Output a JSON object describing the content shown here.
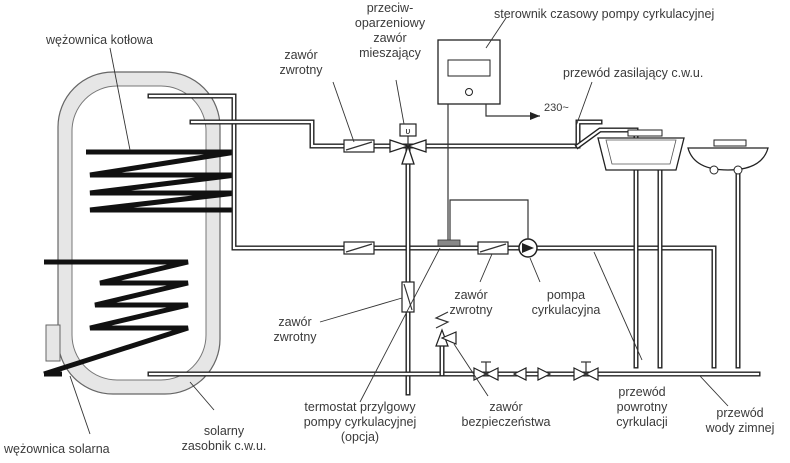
{
  "labels": {
    "boiler_coil": "wężownica kotłowa",
    "anti_scald_1": "przeciw-",
    "anti_scald_2": "oparzeniowy",
    "anti_scald_3": "zawór",
    "anti_scald_4": "mieszający",
    "check_valve_top_1": "zawór",
    "check_valve_top_2": "zwrotny",
    "timer": "sterownik czasowy pompy cyrkulacyjnej",
    "hot_supply": "przewód zasilający c.w.u.",
    "voltage": "230~",
    "check_valve_mid_1": "zawór",
    "check_valve_mid_2": "zwrotny",
    "pump_1": "pompa",
    "pump_2": "cyrkulacyjna",
    "check_valve_left_1": "zawór",
    "check_valve_left_2": "zwrotny",
    "thermostat_1": "termostat przylgowy",
    "thermostat_2": "pompy cyrkulacyjnej",
    "thermostat_3": "(opcja)",
    "safety_valve_1": "zawór",
    "safety_valve_2": "bezpieczeństwa",
    "return_1": "przewód",
    "return_2": "powrotny",
    "return_3": "cyrkulacji",
    "cold_1": "przewód",
    "cold_2": "wody zimnej",
    "solar_coil": "wężownica solarna",
    "tank_1": "solarny",
    "tank_2": "zasobnik c.w.u."
  },
  "colors": {
    "line": "#222222",
    "text": "#3a3a3a",
    "tank_fill": "#e6e6e6"
  }
}
